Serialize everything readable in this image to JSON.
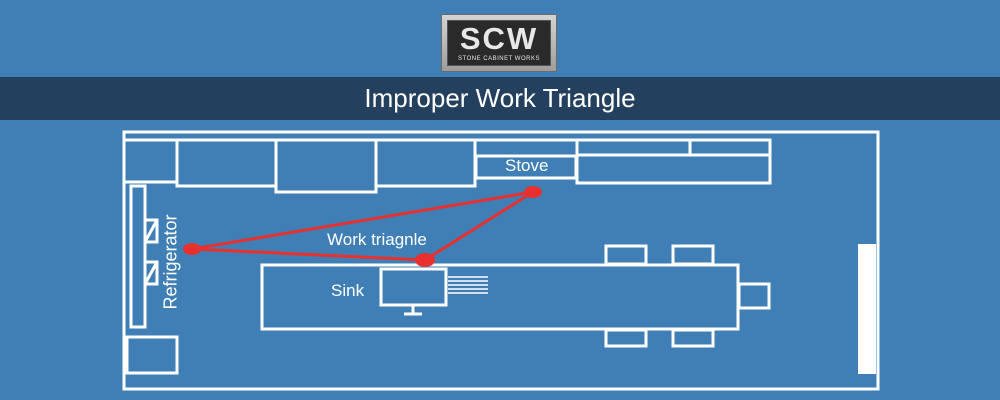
{
  "logo": {
    "text": "SCW",
    "subtext": "STONE CABINET WORKS"
  },
  "title": "Improper Work Triangle",
  "labels": {
    "stove": "Stove",
    "refrigerator": "Refrigerator",
    "sink": "Sink",
    "work_triangle": "Work triagnle"
  },
  "colors": {
    "background": "#3f7fb5",
    "title_bar": "#24405f",
    "outline": "#ffffff",
    "triangle": "#e8302e"
  }
}
